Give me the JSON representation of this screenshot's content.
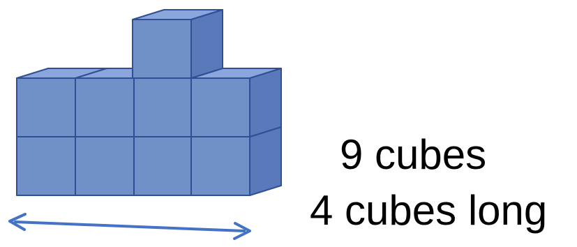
{
  "figure": {
    "cube_count_text": "9 cubes",
    "length_text": "4 cubes long",
    "colors": {
      "cube_front": "#7290c8",
      "cube_top": "#8aa6dc",
      "cube_side": "#5a79ba",
      "edge": "#2f4f94",
      "arrow": "#4472c4"
    },
    "structure": {
      "bottom_row_cubes": 4,
      "top_row_cubes": 4,
      "stacked_cubes": 1,
      "total_cubes": 9,
      "length_in_cubes": 4
    }
  }
}
